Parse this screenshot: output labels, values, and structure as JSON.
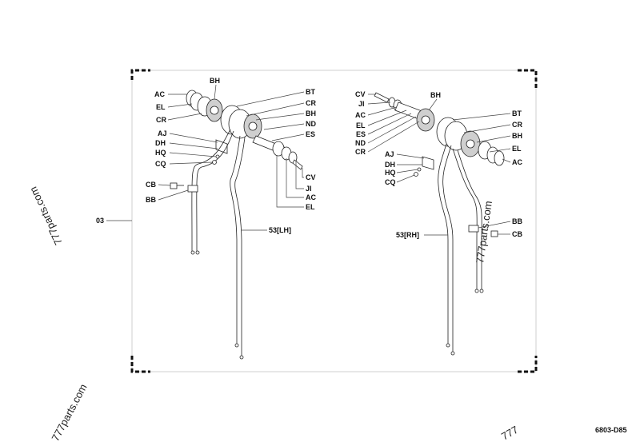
{
  "diagram": {
    "callout_index": "03",
    "left_assembly": {
      "group_label": "53[LH]",
      "labels": [
        "BH",
        "AC",
        "EL",
        "CR",
        "AJ",
        "DH",
        "HQ",
        "CQ",
        "CB",
        "BB",
        "BT",
        "CR",
        "BH",
        "ND",
        "ES",
        "CV",
        "JI",
        "AC",
        "EL"
      ]
    },
    "right_assembly": {
      "group_label": "53[RH]",
      "labels": [
        "CV",
        "JI",
        "AC",
        "EL",
        "ES",
        "ND",
        "CR",
        "BH",
        "AJ",
        "DH",
        "HQ",
        "CQ",
        "BT",
        "CR",
        "BH",
        "EL",
        "AC",
        "BB",
        "CB"
      ]
    },
    "watermarks": [
      "777parts.com",
      "777parts.com",
      "777parts.com",
      "777"
    ],
    "drawing_number": "6803-D85"
  }
}
